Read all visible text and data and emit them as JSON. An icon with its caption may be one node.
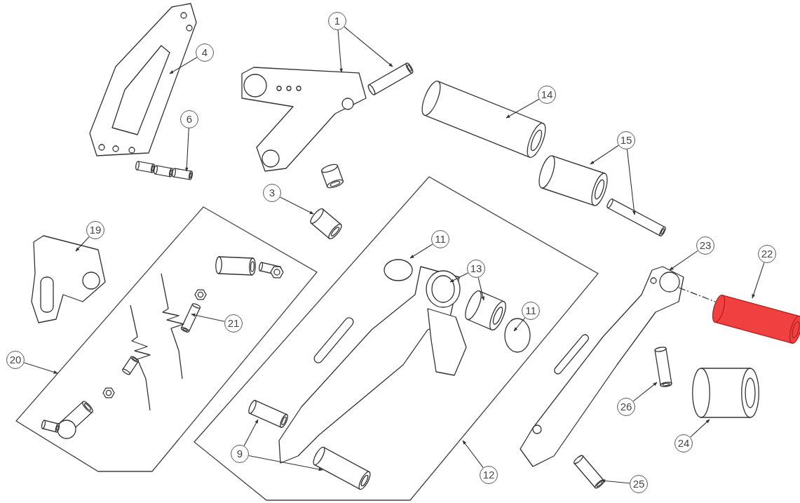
{
  "diagram": {
    "nodes": [
      {
        "text": [
          "1"
        ]
      },
      {
        "text": [
          "4"
        ]
      },
      {
        "text": [
          "14"
        ]
      },
      {
        "text": [
          "6"
        ]
      },
      {
        "text": [
          "15"
        ]
      },
      {
        "text": [],
        "shape": "box"
      },
      {
        "text": [
          "3"
        ]
      },
      {
        "text": [],
        "shape": "box"
      },
      {
        "text": [
          "19"
        ]
      },
      {
        "text": [
          "11"
        ],
        "in": 5
      },
      {
        "text": [
          "23"
        ]
      },
      {
        "text": [
          "22"
        ]
      },
      {
        "text": [
          "13"
        ],
        "in": 5
      },
      {
        "text": [
          "11"
        ],
        "in": 5
      },
      {
        "text": [
          "21"
        ],
        "in": 7
      },
      {
        "text": [
          "20"
        ]
      },
      {
        "text": [
          "26"
        ]
      },
      {
        "text": [
          "24"
        ]
      },
      {
        "text": [
          "9"
        ],
        "in": 5
      },
      {
        "text": [
          "12"
        ]
      },
      {
        "text": [
          "25"
        ]
      }
    ],
    "edges": [
      {
        "from": 0,
        "to": null,
        "arrow": "to"
      },
      {
        "from": 0,
        "to": null,
        "arrow": "to"
      },
      {
        "from": 1,
        "to": null,
        "arrow": "to"
      },
      {
        "from": 2,
        "to": null,
        "arrow": "to"
      },
      {
        "from": 3,
        "to": null,
        "arrow": "to"
      },
      {
        "from": 4,
        "to": null,
        "arrow": "to"
      },
      {
        "from": 4,
        "to": null,
        "arrow": "to"
      },
      {
        "from": 6,
        "to": null,
        "arrow": "to"
      },
      {
        "from": 8,
        "to": null,
        "arrow": "to"
      },
      {
        "from": 9,
        "to": null,
        "arrow": "to"
      },
      {
        "from": 10,
        "to": null,
        "arrow": "to"
      },
      {
        "from": 11,
        "to": null,
        "arrow": "to"
      },
      {
        "from": 12,
        "to": null,
        "arrow": "to"
      },
      {
        "from": 12,
        "to": null,
        "arrow": "to"
      },
      {
        "from": 13,
        "to": null,
        "arrow": "to"
      },
      {
        "from": 14,
        "to": null,
        "arrow": "to"
      },
      {
        "from": 15,
        "to": 7,
        "arrow": "to"
      },
      {
        "from": 16,
        "to": null,
        "arrow": "to"
      },
      {
        "from": 17,
        "to": null,
        "arrow": "to"
      },
      {
        "from": 18,
        "to": null,
        "arrow": "to"
      },
      {
        "from": 18,
        "to": null,
        "arrow": "to"
      },
      {
        "from": 19,
        "to": 5,
        "arrow": "to"
      },
      {
        "from": 20,
        "to": null,
        "arrow": "to"
      }
    ]
  }
}
